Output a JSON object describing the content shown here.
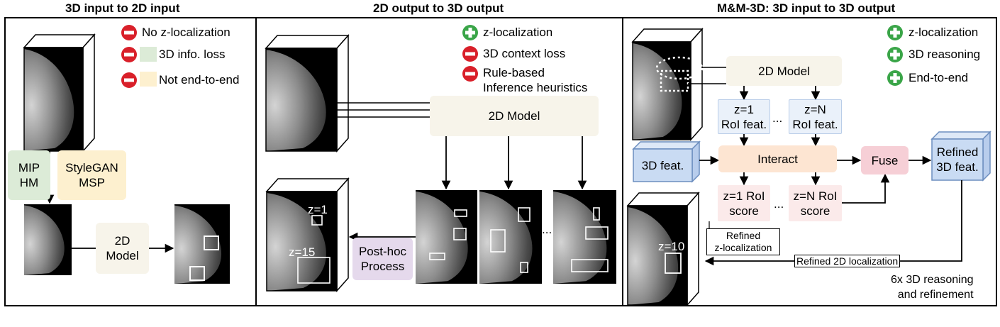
{
  "panel1": {
    "title": "3D input to 2D input",
    "legend": [
      "No z-localization",
      "3D info. loss",
      "Not end-to-end"
    ],
    "mip": [
      "MIP",
      "HM"
    ],
    "stylegan": [
      "StyleGAN",
      "MSP"
    ],
    "model": [
      "2D",
      "Model"
    ]
  },
  "panel2": {
    "title": "2D output to 3D output",
    "legend": [
      "z-localization",
      "3D context loss",
      "Rule-based",
      "Inference heuristics"
    ],
    "model": "2D Model",
    "z1": "z=1",
    "z15": "z=15",
    "posthoc": [
      "Post-hoc",
      "Process"
    ],
    "dots": "..."
  },
  "panel3": {
    "title": "M&M-3D: 3D input to 3D output",
    "legend": [
      "z-localization",
      "3D reasoning",
      "End-to-end"
    ],
    "model": "2D Model",
    "roi1": [
      "z=1",
      "RoI feat."
    ],
    "roiN": [
      "z=N",
      "RoI feat."
    ],
    "dots": "...",
    "feat3d": "3D feat.",
    "interact": "Interact",
    "fuse": "Fuse",
    "refined": [
      "Refined",
      "3D feat."
    ],
    "score1": [
      "z=1 RoI",
      "score"
    ],
    "scoreN": [
      "z=N RoI",
      "score"
    ],
    "refined_z": [
      "Refined",
      "z-localization"
    ],
    "z10": "z=10",
    "refined_2d": "Refined 2D localization",
    "footer": [
      "6x 3D reasoning",
      "and refinement"
    ]
  },
  "colors": {
    "minus": "#d9202a",
    "plus": "#3aa548",
    "mip_green": "#dcebd7",
    "stylegan_yellow": "#fdf0cf",
    "model_beige": "#f7f4ea",
    "posthoc_purple": "#e5d9ec",
    "roi_blue": "#eaf1fa",
    "interact_peach": "#fde5d2",
    "fuse_pink": "#f6cfd6",
    "score_pink": "#fbeaea",
    "feat_blue": "#c9dbf3"
  }
}
